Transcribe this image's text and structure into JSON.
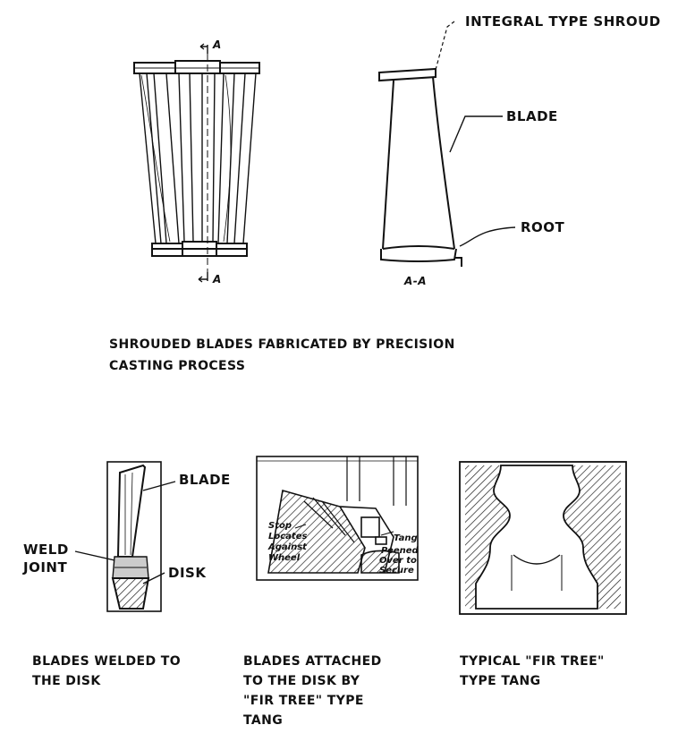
{
  "top": {
    "callout_shroud": "INTEGRAL TYPE SHROUD",
    "callout_blade": "BLADE",
    "callout_root": "ROOT",
    "section_mark_top": "A",
    "section_mark_bottom": "A",
    "section_view_label": "A-A",
    "caption_line1": "SHROUDED BLADES FABRICATED BY PRECISION",
    "caption_line2": "CASTING PROCESS"
  },
  "bottom_left": {
    "callout_blade": "BLADE",
    "callout_weld_line1": "WELD",
    "callout_weld_line2": "JOINT",
    "callout_disk": "DISK",
    "caption_line1": "BLADES WELDED TO",
    "caption_line2": "THE DISK"
  },
  "bottom_middle": {
    "note_stop_1": "Stop",
    "note_stop_2": "Locates",
    "note_stop_3": "Against",
    "note_stop_4": "Wheel",
    "note_tab_1": "Tang",
    "note_tab_2": "Peened",
    "note_tab_3": "Over to",
    "note_tab_4": "Secure",
    "caption_line1": "BLADES ATTACHED",
    "caption_line2": "TO THE DISK BY",
    "caption_line3": "\"FIR TREE\" TYPE",
    "caption_line4": "TANG"
  },
  "bottom_right": {
    "caption_line1": "TYPICAL \"FIR TREE\"",
    "caption_line2": "TYPE TANG"
  }
}
